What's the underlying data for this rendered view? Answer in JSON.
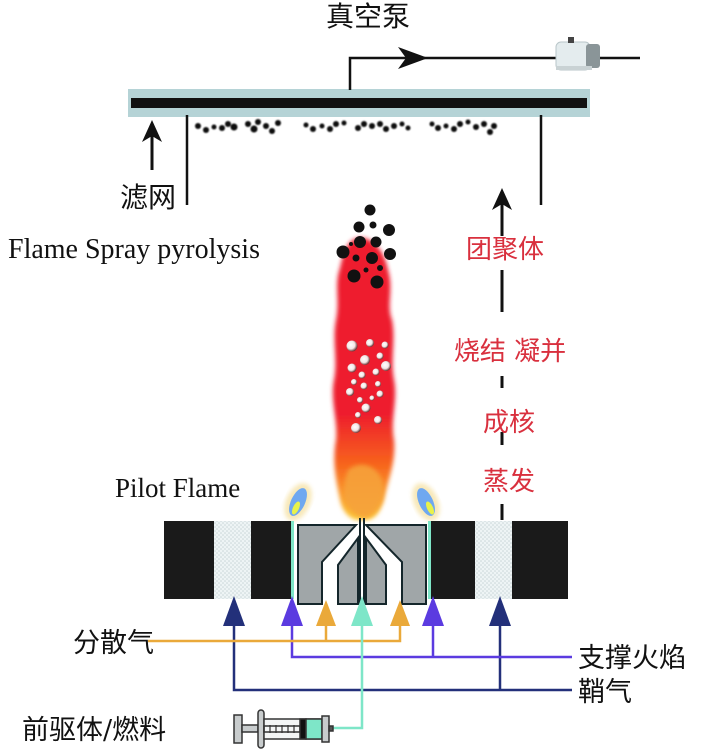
{
  "title": "Flame Spray pyrolysis",
  "labels": {
    "vacuum_pump": "真空泵",
    "filter": "滤网",
    "fsp": "Flame Spray pyrolysis",
    "pilot_flame": "Pilot Flame",
    "dispersion_gas": "分散气",
    "support_flame": "支撑火焰",
    "sheath_gas": "鞘气",
    "precursor_fuel": "前驱体/燃料"
  },
  "process_stages": [
    {
      "label": "团聚体"
    },
    {
      "label": "烧结 凝并"
    },
    {
      "label": "成核"
    },
    {
      "label": "蒸发"
    }
  ],
  "colors": {
    "flame_red": "#ee1c2e",
    "flame_orange": "#f7941d",
    "flame_yellow": "#fcc93a",
    "pilot_blue": "#6fa8f0",
    "pilot_yellow": "#e8f24a",
    "dispersion_line": "#eaa93a",
    "support_line": "#5b3be0",
    "sheath_line": "#23307a",
    "precursor_line": "#7ee6c8",
    "stage_text": "#d9303e",
    "filter_band": "#b5d3d6",
    "nozzle_grey": "#a0a6a8",
    "block_black": "#1a1a1a"
  }
}
